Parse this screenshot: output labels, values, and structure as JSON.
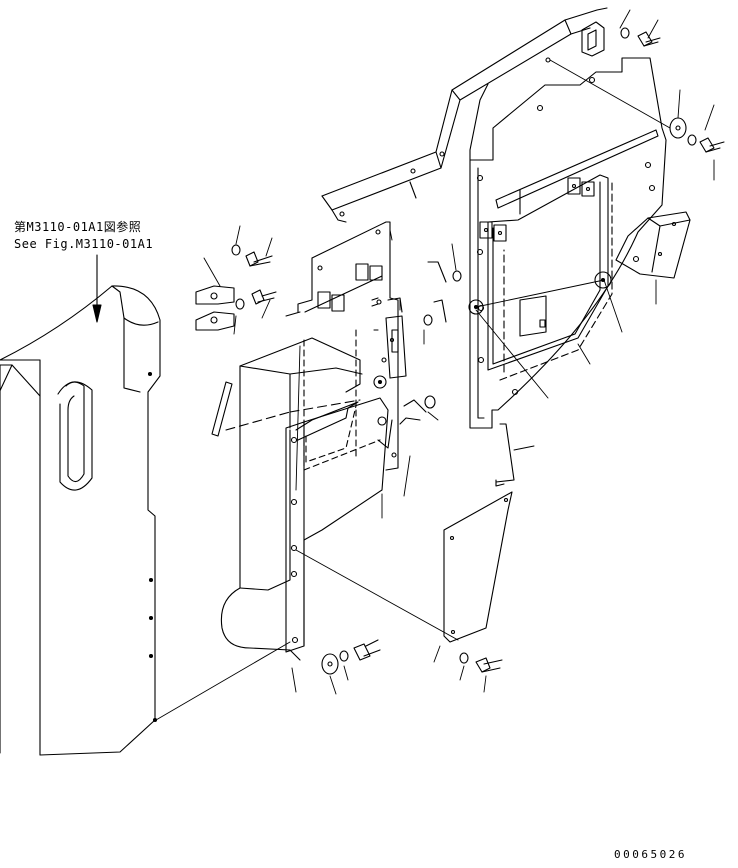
{
  "reference_note": {
    "line1": "第M3110-01A1図参照",
    "line2": "See Fig.M3110-01A1"
  },
  "drawing_number": "00065026"
}
